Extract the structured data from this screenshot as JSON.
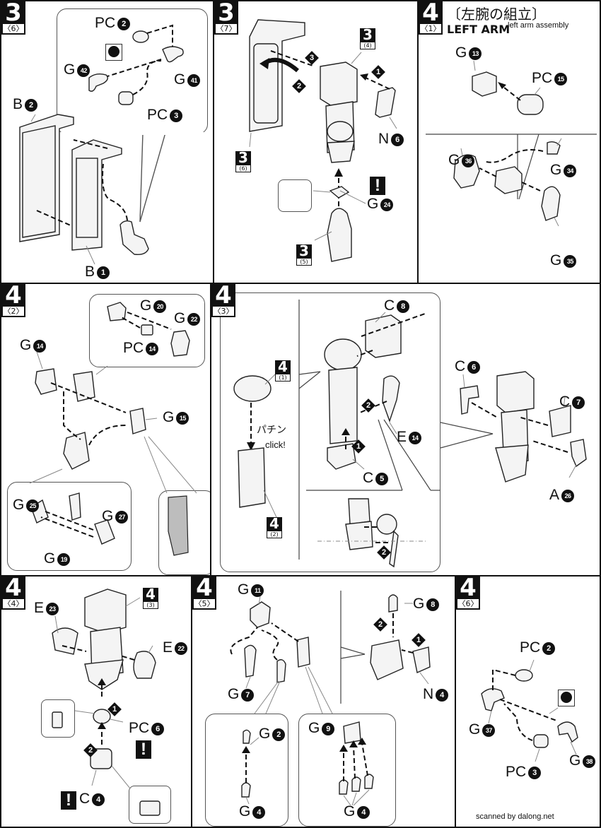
{
  "page": {
    "credit": "scanned by dalong.net"
  },
  "panels": {
    "p3_6": {
      "step": "3",
      "sub": "〈6〉",
      "labels": {
        "pc2": {
          "pre": "PC",
          "n": "2"
        },
        "g42": {
          "pre": "G",
          "n": "42"
        },
        "g41": {
          "pre": "G",
          "n": "41"
        },
        "pc3": {
          "pre": "PC",
          "n": "3"
        },
        "b2": {
          "pre": "B",
          "n": "2"
        },
        "b1": {
          "pre": "B",
          "n": "1"
        }
      },
      "swatch": "black-paint-marker-icon"
    },
    "p3_7": {
      "step": "3",
      "sub": "〈7〉",
      "refs": {
        "r34": {
          "n": "3",
          "sub": "(4)"
        },
        "r36": {
          "n": "3",
          "sub": "(6)"
        },
        "r35": {
          "n": "3",
          "sub": "(5)"
        }
      },
      "labels": {
        "n6": {
          "pre": "N",
          "n": "6"
        },
        "g24": {
          "pre": "G",
          "n": "24"
        }
      },
      "order": [
        "1",
        "2",
        "3"
      ],
      "warn": "!"
    },
    "p4_1": {
      "step": "4",
      "sub": "〈1〉",
      "title_jp": "〔左腕の組立〕",
      "title_en": "LEFT ARM",
      "title_note": "left arm assembly",
      "labels": {
        "g13": {
          "pre": "G",
          "n": "13"
        },
        "pc15": {
          "pre": "PC",
          "n": "15"
        },
        "g36": {
          "pre": "G",
          "n": "36"
        },
        "g34": {
          "pre": "G",
          "n": "34"
        },
        "g35": {
          "pre": "G",
          "n": "35"
        }
      }
    },
    "p4_2": {
      "step": "4",
      "sub": "〈2〉",
      "labels": {
        "g20": {
          "pre": "G",
          "n": "20"
        },
        "g22": {
          "pre": "G",
          "n": "22"
        },
        "pc14": {
          "pre": "PC",
          "n": "14"
        },
        "g14": {
          "pre": "G",
          "n": "14"
        },
        "g15": {
          "pre": "G",
          "n": "15"
        },
        "g25": {
          "pre": "G",
          "n": "25"
        },
        "g27": {
          "pre": "G",
          "n": "27"
        },
        "g19": {
          "pre": "G",
          "n": "19"
        }
      }
    },
    "p4_3": {
      "step": "4",
      "sub": "〈3〉",
      "refs": {
        "r41": {
          "n": "4",
          "sub": "(1)"
        },
        "r42": {
          "n": "4",
          "sub": "(2)"
        }
      },
      "click_jp": "パチン",
      "click_en": "click!",
      "labels": {
        "c8": {
          "pre": "C",
          "n": "8"
        },
        "e14": {
          "pre": "E",
          "n": "14"
        },
        "c5": {
          "pre": "C",
          "n": "5"
        },
        "c6": {
          "pre": "C",
          "n": "6"
        },
        "c7": {
          "pre": "C",
          "n": "7"
        },
        "a26": {
          "pre": "A",
          "n": "26"
        }
      },
      "order": [
        "1",
        "2"
      ]
    },
    "p4_4": {
      "step": "4",
      "sub": "〈4〉",
      "refs": {
        "r43": {
          "n": "4",
          "sub": "(3)"
        }
      },
      "labels": {
        "e23": {
          "pre": "E",
          "n": "23"
        },
        "e22": {
          "pre": "E",
          "n": "22"
        },
        "pc6": {
          "pre": "PC",
          "n": "6"
        },
        "c4": {
          "pre": "C",
          "n": "4"
        }
      },
      "order": [
        "1",
        "2"
      ],
      "warn": "!"
    },
    "p4_5": {
      "step": "4",
      "sub": "〈5〉",
      "labels": {
        "g11": {
          "pre": "G",
          "n": "11"
        },
        "g7": {
          "pre": "G",
          "n": "7"
        },
        "g8": {
          "pre": "G",
          "n": "8"
        },
        "n4": {
          "pre": "N",
          "n": "4"
        },
        "g2": {
          "pre": "G",
          "n": "2"
        },
        "g4a": {
          "pre": "G",
          "n": "4"
        },
        "g9": {
          "pre": "G",
          "n": "9"
        },
        "g4b": {
          "pre": "G",
          "n": "4"
        }
      },
      "order": [
        "1",
        "2"
      ]
    },
    "p4_6": {
      "step": "4",
      "sub": "〈6〉",
      "labels": {
        "pc2": {
          "pre": "PC",
          "n": "2"
        },
        "g37": {
          "pre": "G",
          "n": "37"
        },
        "g38": {
          "pre": "G",
          "n": "38"
        },
        "pc3": {
          "pre": "PC",
          "n": "3"
        }
      }
    }
  }
}
